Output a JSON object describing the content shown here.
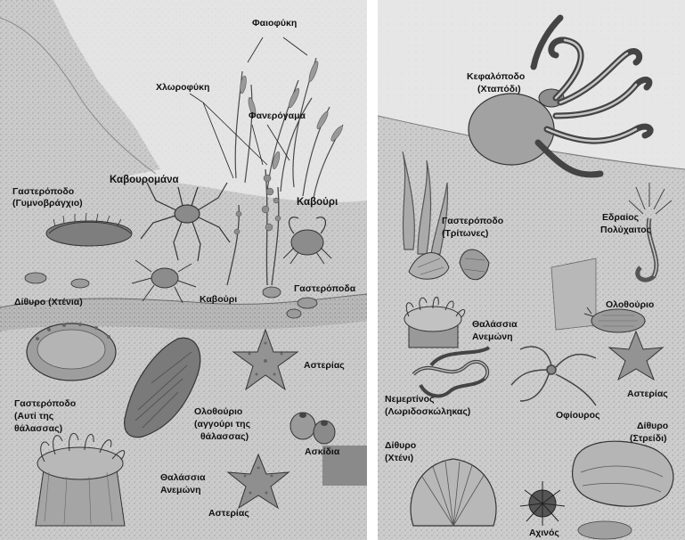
{
  "left_panel": {
    "labels": {
      "faiofyki": "Φαιοφύκη",
      "chlorofyki": "Χλωροφύκη",
      "faneroga": "Φανερόγαμα",
      "kavouromana": "Καβουρομάνα",
      "gasteropodo_gymno_1": "Γαστερόποδο",
      "gasteropodo_gymno_2": "(Γυμνοβράγχιο)",
      "kavouri_right": "Καβούρι",
      "kavouri_mid": "Καβούρι",
      "gasteropoda": "Γαστερόποδα",
      "dithyro_xtenia": "Δίθυρο (Χτένια)",
      "asterias_top": "Αστερίας",
      "gasteropodo_auti_1": "Γαστερόποδο",
      "gasteropodo_auti_2": "(Αυτί της",
      "gasteropodo_auti_3": "θάλασσας)",
      "olothourio_1": "Ολοθούριο",
      "olothourio_2": "(αγγούρι της",
      "olothourio_3": "θάλασσας)",
      "askidia": "Ασκίδια",
      "thalassia_1": "Θαλάσσια",
      "thalassia_2": "Ανεμώνη",
      "asterias_bottom": "Αστερίας"
    }
  },
  "right_panel": {
    "labels": {
      "kefalopodo_1": "Κεφαλόποδο",
      "kefalopodo_2": "(Χταπόδι)",
      "gasteropodo_trit_1": "Γαστερόποδο",
      "gasteropodo_trit_2": "(Τρίτωνες)",
      "edraios_1": "Εδραίος",
      "edraios_2": "Πολύχαιτος",
      "olothourio": "Ολοθούριο",
      "thalassia_1": "Θαλάσσια",
      "thalassia_2": "Ανεμώνη",
      "asterias": "Αστερίας",
      "nemertinos_1": "Νεμερτίνος",
      "nemertinos_2": "(Λωριδοσκώληκας)",
      "ofiouros": "Οφίουρος",
      "dithyro_streidi_1": "Δίθυρο",
      "dithyro_streidi_2": "(Στρείδι)",
      "dithyro_xteni_1": "Δίθυρο",
      "dithyro_xteni_2": "(Χτένι)",
      "achinos": "Αχινός"
    }
  },
  "colors": {
    "background": "#ffffff",
    "sand": "#cfcfcf",
    "water": "#e6e6e6",
    "ink": "#111111"
  }
}
